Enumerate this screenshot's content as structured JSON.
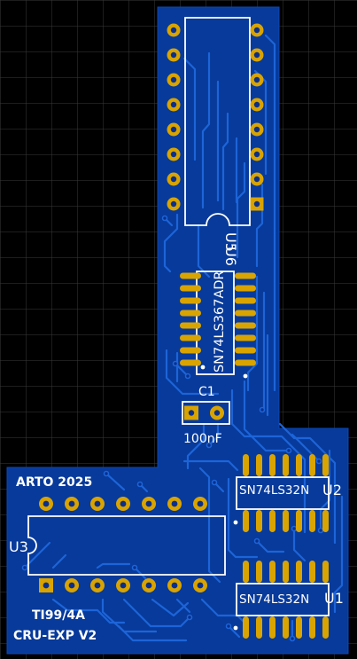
{
  "colors": {
    "background": "#000000",
    "grid": "#3a3a3a",
    "board": "#073a9a",
    "copper_pour": "#0a3fa6",
    "trace": "#1d64d8",
    "pad": "#d9a300",
    "drill": "#0a2f8a",
    "silkscreen": "#ffffff"
  },
  "silkscreen": {
    "header_label": "ARTO 2025",
    "footer_line1": "TI99/4A",
    "footer_line2": "CRU-EXP V2",
    "cap_ref": "C1",
    "cap_value": "100nF"
  },
  "components": {
    "u5": {
      "ref": "U5",
      "type": "DIP-16"
    },
    "u6": {
      "ref": "U6",
      "part": "SN74LS367ADR",
      "type": "SOIC-16"
    },
    "u3": {
      "ref": "U3",
      "type": "DIP-14"
    },
    "u2": {
      "ref": "U2",
      "part": "SN74LS32N",
      "type": "SOIC-14"
    },
    "u1": {
      "ref": "U1",
      "part": "SN74LS32N",
      "type": "SOIC-14"
    }
  }
}
